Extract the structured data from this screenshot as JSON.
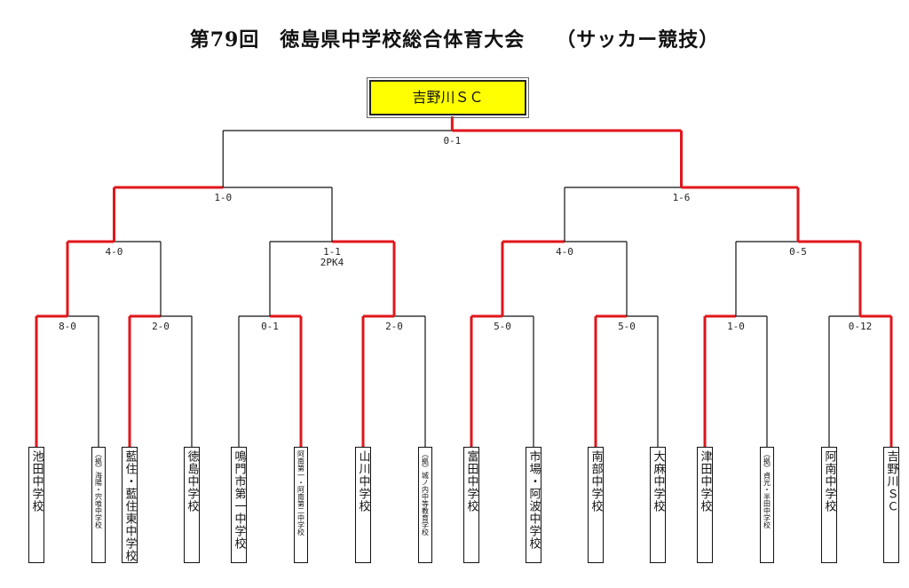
{
  "title": "第79回　徳島県中学校総合体育大会　　（サッカー競技）",
  "champion": "吉野川ＳＣ",
  "colors": {
    "winner_line": "#e0161b",
    "line": "#111111",
    "champion_bg": "#ffff00"
  },
  "teams": [
    {
      "label": "池田中学校",
      "kind": "big"
    },
    {
      "label": "（拠）海陽・宍喰中学校",
      "kind": "small"
    },
    {
      "label": "藍住・藍住東中学校",
      "kind": "big"
    },
    {
      "label": "徳島中学校",
      "kind": "big"
    },
    {
      "label": "鳴門市第一中学校",
      "kind": "big"
    },
    {
      "label": "阿南第一・阿南第二中学校",
      "kind": "small"
    },
    {
      "label": "山川中学校",
      "kind": "big"
    },
    {
      "label": "（拠）城ノ内中等教育学校",
      "kind": "small"
    },
    {
      "label": "富田中学校",
      "kind": "big"
    },
    {
      "label": "市場・阿波中学校",
      "kind": "big"
    },
    {
      "label": "南部中学校",
      "kind": "big"
    },
    {
      "label": "大麻中学校",
      "kind": "big"
    },
    {
      "label": "津田中学校",
      "kind": "big"
    },
    {
      "label": "（拠）貞光・半田中学校",
      "kind": "small"
    },
    {
      "label": "阿南中学校",
      "kind": "big"
    },
    {
      "label": "吉野川ＳＣ",
      "kind": "big"
    }
  ],
  "round1": [
    {
      "score": "8-0",
      "winner": 0
    },
    {
      "score": "2-0",
      "winner": 0
    },
    {
      "score": "0-1",
      "winner": 1
    },
    {
      "score": "2-0",
      "winner": 0
    },
    {
      "score": "5-0",
      "winner": 0
    },
    {
      "score": "5-0",
      "winner": 0
    },
    {
      "score": "1-0",
      "winner": 0
    },
    {
      "score": "0-12",
      "winner": 1
    }
  ],
  "quarterfinals": [
    {
      "score": "4-0",
      "winner": 0
    },
    {
      "score": "1-1",
      "note": "2PK4",
      "winner": 1
    },
    {
      "score": "4-0",
      "winner": 0
    },
    {
      "score": "0-5",
      "winner": 1
    }
  ],
  "semifinals": [
    {
      "score": "1-0",
      "winner": 0
    },
    {
      "score": "1-6",
      "winner": 1
    }
  ],
  "final": {
    "score": "0-1",
    "winner": 1
  }
}
